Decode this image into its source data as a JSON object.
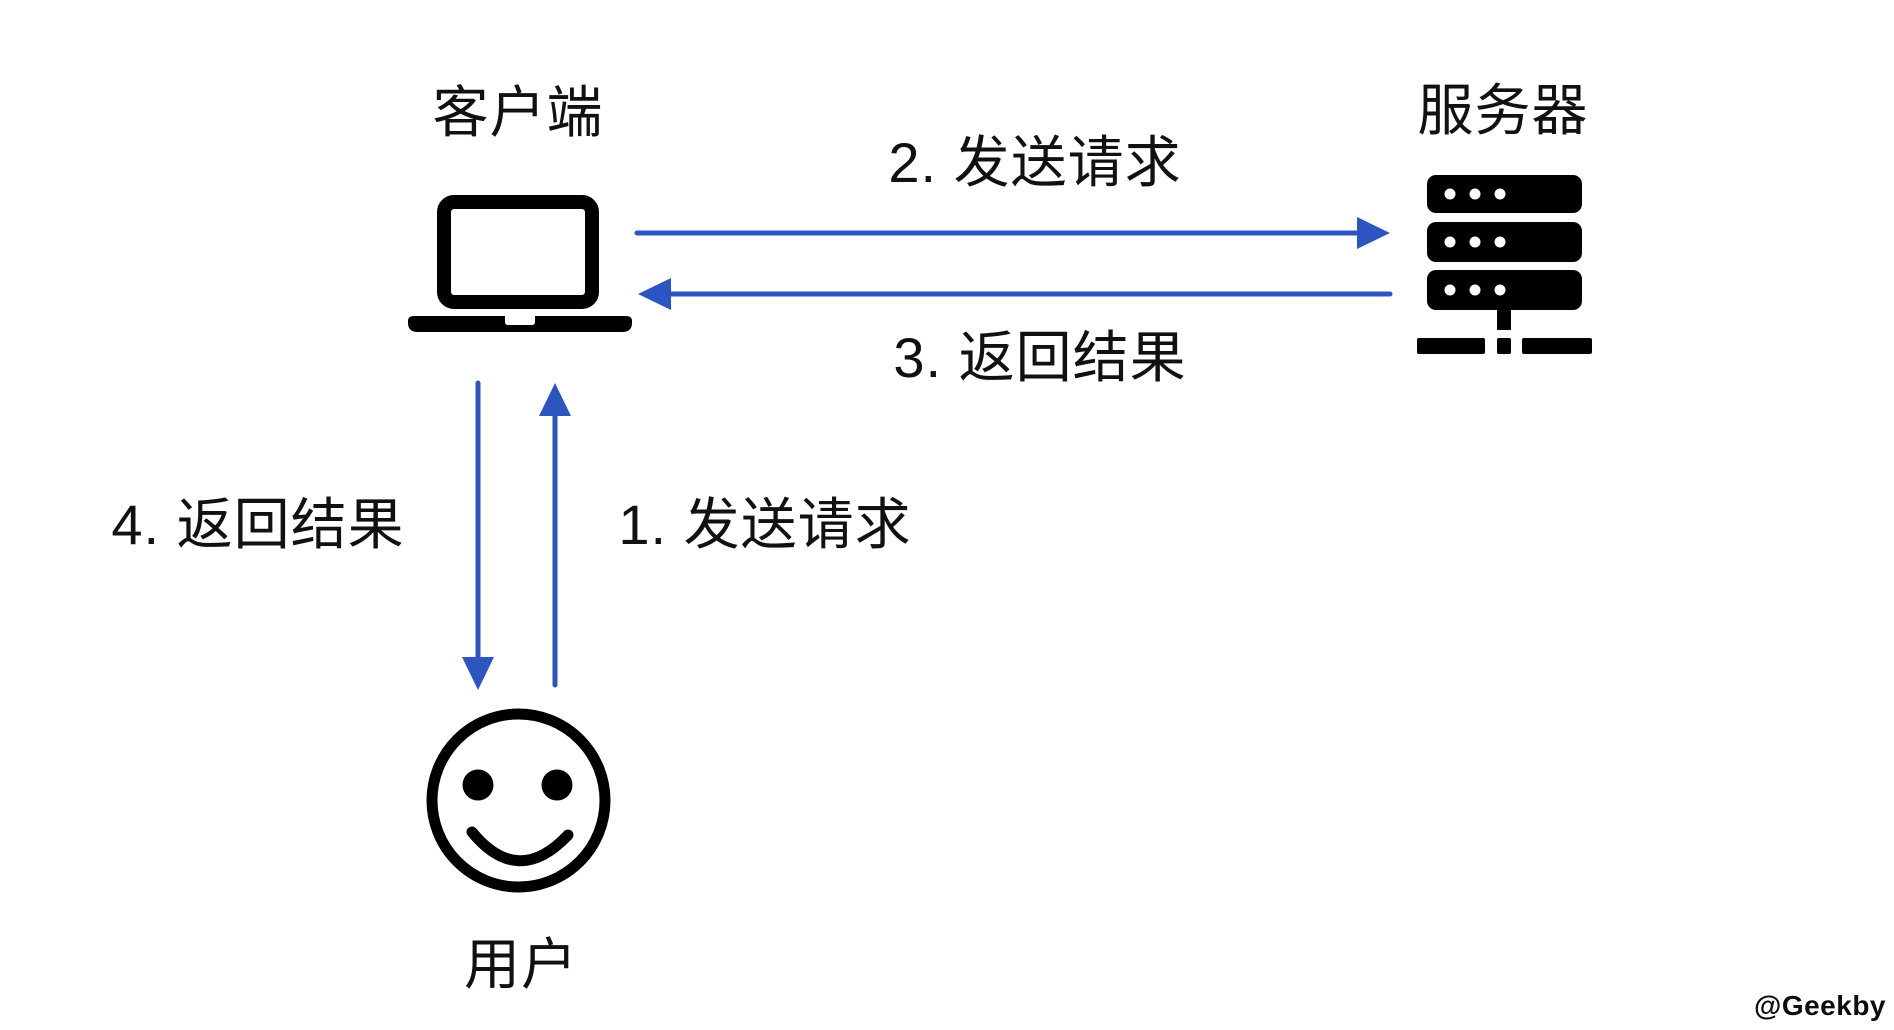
{
  "nodes": {
    "client": {
      "label": "客户端",
      "icon": "laptop-icon"
    },
    "server": {
      "label": "服务器",
      "icon": "server-rack-icon"
    },
    "user": {
      "label": "用户",
      "icon": "smiley-face-icon"
    }
  },
  "edges": {
    "send_user_to_client": {
      "label": "1. 发送请求",
      "from": "user",
      "to": "client"
    },
    "send_client_to_server": {
      "label": "2. 发送请求",
      "from": "client",
      "to": "server"
    },
    "return_server_to_client": {
      "label": "3. 返回结果",
      "from": "server",
      "to": "client"
    },
    "return_client_to_user": {
      "label": "4. 返回结果",
      "from": "client",
      "to": "user"
    }
  },
  "watermark": {
    "label": "@Geekby"
  },
  "colors": {
    "arrow_blue": "#2d55c2",
    "icon_black": "#000000",
    "text_black": "#111111",
    "background": "#ffffff"
  }
}
